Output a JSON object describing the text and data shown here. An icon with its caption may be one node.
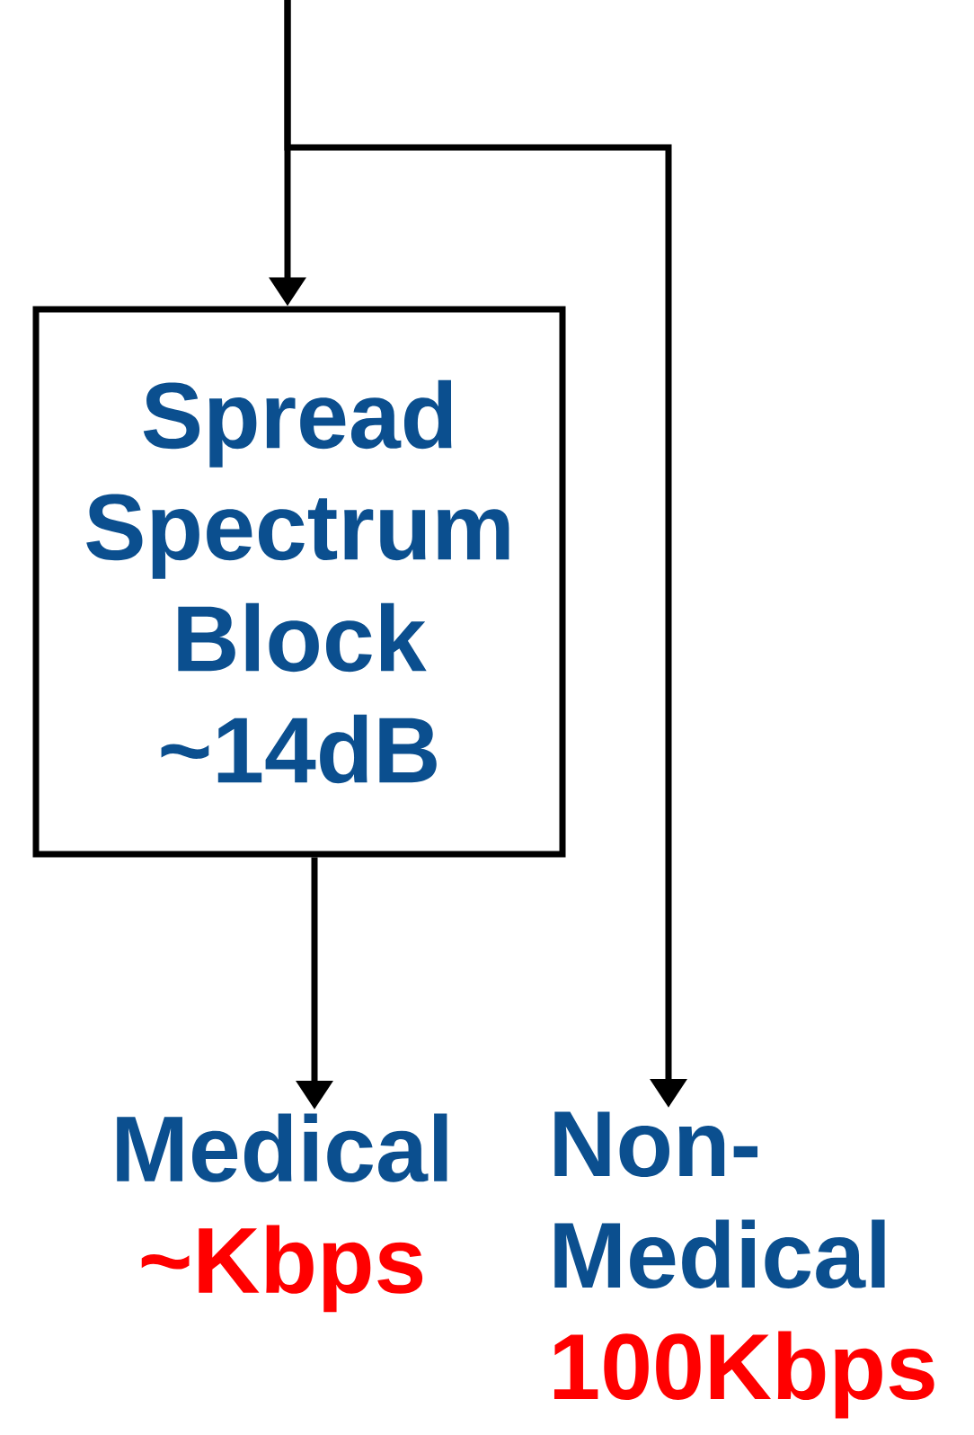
{
  "diagram": {
    "nodes": [
      {
        "text": [
          "Spread Spectrum Block ~14dB"
        ]
      },
      {
        "text": [
          "Medical",
          "~Kbps"
        ]
      },
      {
        "text": [
          "Non-Medical",
          "100Kbps"
        ]
      }
    ],
    "edges": [
      {
        "from": null,
        "to": 0,
        "arrow": "to"
      },
      {
        "from": null,
        "to": 2,
        "arrow": "to"
      },
      {
        "from": 0,
        "to": 1,
        "arrow": "to"
      }
    ]
  }
}
